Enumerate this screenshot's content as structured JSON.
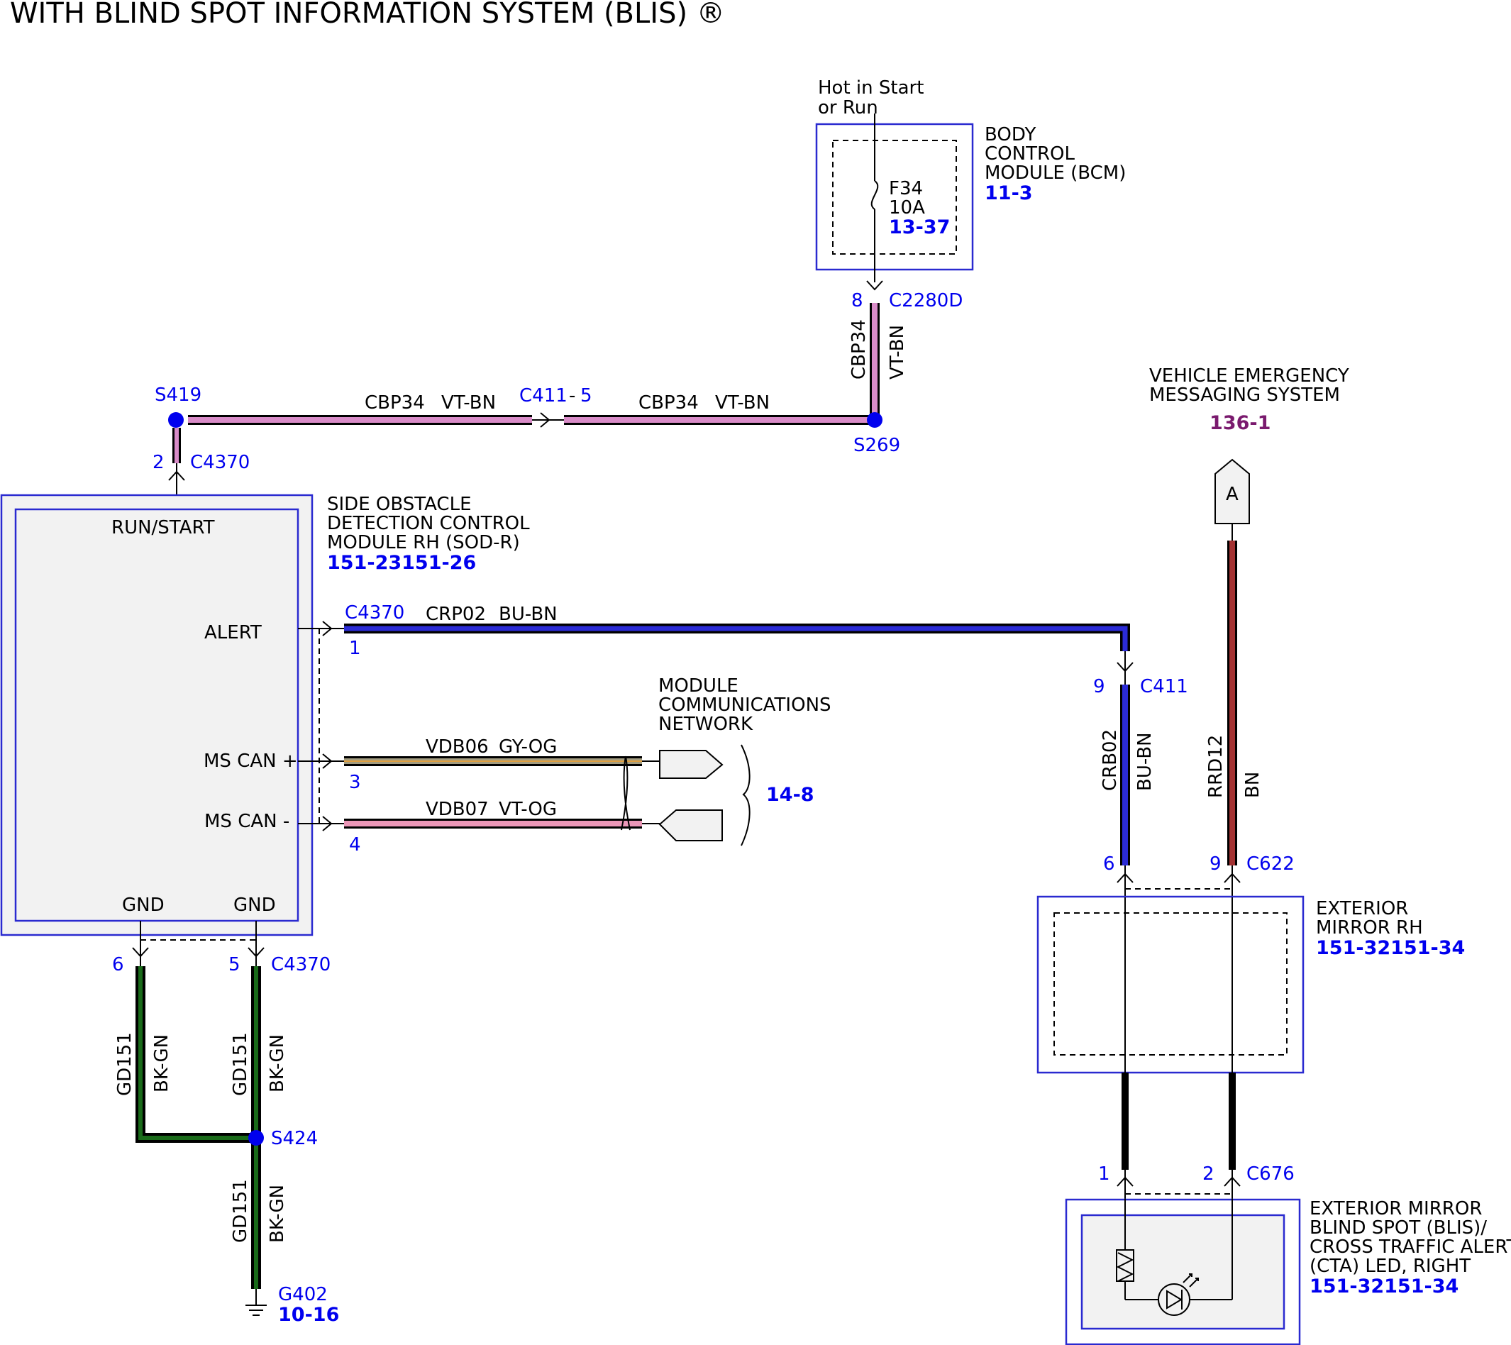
{
  "title": "WITH BLIND SPOT INFORMATION SYSTEM (BLIS) ®",
  "colors": {
    "vt_bn": "#d98cc8",
    "bu_bn": "#2b2bd6",
    "gy_og": "#a39c80",
    "vt_og": "#ec97b8",
    "bn": "#a33232",
    "bk_gn": "#1a6b1a",
    "box_border": "#2a2ad0",
    "label_blue": "#0000ee",
    "ref_purple": "#7a1a6e"
  },
  "bcm": {
    "hot_line1": "Hot in Start",
    "hot_line2": "or Run",
    "name_line1": "BODY",
    "name_line2": "CONTROL",
    "name_line3": "MODULE (BCM)",
    "ref": "11-3",
    "fuse_name": "F34",
    "fuse_rating": "10A",
    "fuse_ref": "13-37",
    "pin": "8",
    "connector": "C2280D",
    "circuit": "CBP34",
    "color": "VT-BN"
  },
  "run_start_feed": {
    "splice_left": "S419",
    "circuit_left": "CBP34",
    "color_left": "VT-BN",
    "inline_connector": "C411",
    "inline_sep": "-",
    "inline_pin": "5",
    "circuit_right": "CBP34",
    "color_right": "VT-BN",
    "splice_right": "S269",
    "sod_pin": "2",
    "sod_connector": "C4370"
  },
  "sod": {
    "name_line1": "SIDE OBSTACLE",
    "name_line2": "DETECTION CONTROL",
    "name_line3": "MODULE RH (SOD-R)",
    "ref": "151-23151-26",
    "pin_run_start": "RUN/START",
    "pin_alert": "ALERT",
    "pin_can_plus": "MS CAN +",
    "pin_can_minus": "MS CAN -",
    "pin_gnd1": "GND",
    "pin_gnd2": "GND"
  },
  "alert_circuit": {
    "connector": "C4370",
    "circuit": "CRP02",
    "color": "BU-BN",
    "pin": "1",
    "c411_pin": "9",
    "c411": "C411",
    "vert_circuit": "CRB02",
    "vert_color": "BU-BN"
  },
  "can": {
    "plus_circuit": "VDB06",
    "plus_color": "GY-OG",
    "plus_pin": "3",
    "minus_circuit": "VDB07",
    "minus_color": "VT-OG",
    "minus_pin": "4",
    "net_line1": "MODULE",
    "net_line2": "COMMUNICATIONS",
    "net_line3": "NETWORK",
    "net_ref": "14-8"
  },
  "vems": {
    "name_line1": "VEHICLE EMERGENCY",
    "name_line2": "MESSAGING SYSTEM",
    "ref": "136-1",
    "arrow_label": "A",
    "circuit": "RRD12",
    "color": "BN"
  },
  "mirror": {
    "pin_left": "6",
    "pin_right": "9",
    "connector": "C622",
    "name_line1": "EXTERIOR",
    "name_line2": "MIRROR RH",
    "ref": "151-32151-34"
  },
  "led": {
    "pin_left": "1",
    "pin_right": "2",
    "connector": "C676",
    "name_line1": "EXTERIOR MIRROR",
    "name_line2": "BLIND SPOT (BLIS)/",
    "name_line3": "CROSS TRAFFIC ALERT",
    "name_line4": "(CTA) LED, RIGHT",
    "ref": "151-32151-34"
  },
  "ground": {
    "pin_left": "6",
    "pin_right": "5",
    "connector": "C4370",
    "circuit_a": "GD151",
    "color_a": "BK-GN",
    "circuit_b": "GD151",
    "color_b": "BK-GN",
    "splice": "S424",
    "circuit_c": "GD151",
    "color_c": "BK-GN",
    "ground_point": "G402",
    "ground_ref": "10-16"
  }
}
